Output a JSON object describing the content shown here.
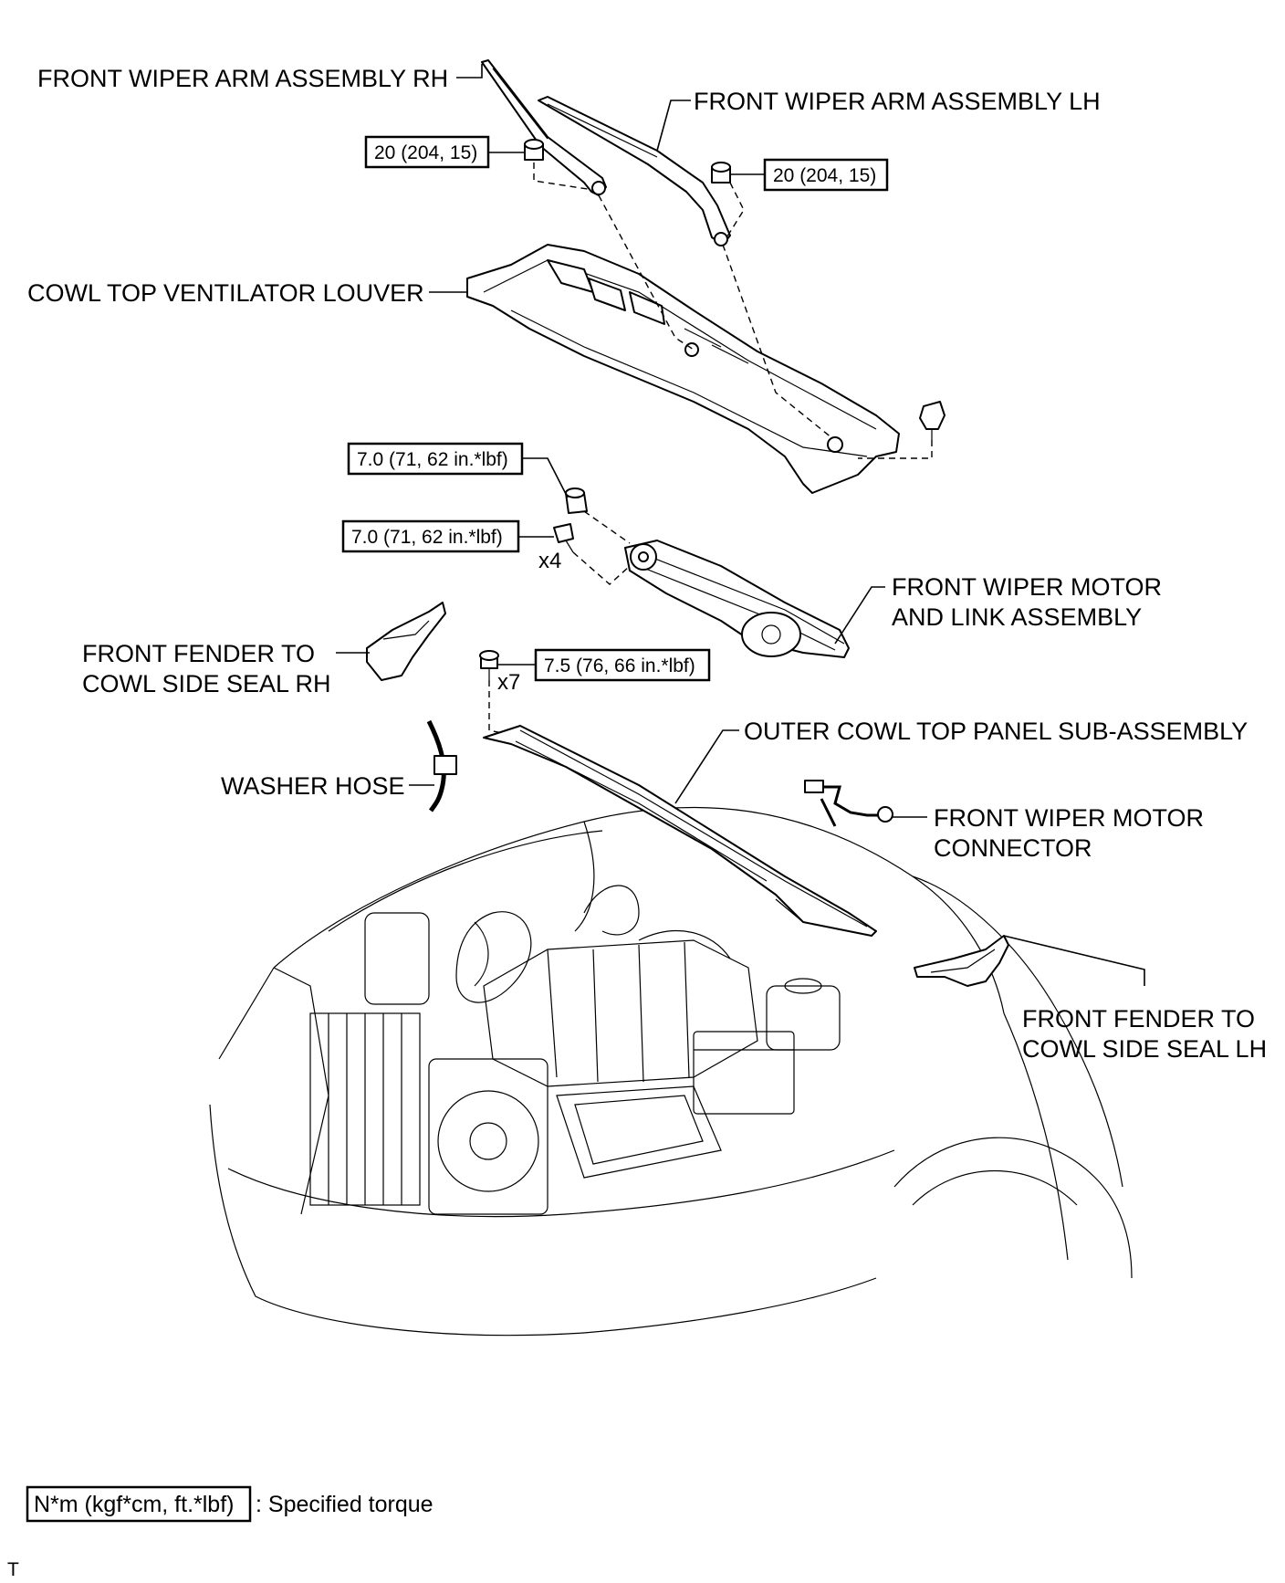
{
  "labels": {
    "arm_rh": "FRONT WIPER ARM ASSEMBLY RH",
    "arm_lh": "FRONT WIPER ARM ASSEMBLY LH",
    "louver": "COWL TOP VENTILATOR LOUVER",
    "motor_line1": "FRONT WIPER MOTOR",
    "motor_line2": "AND LINK ASSEMBLY",
    "seal_rh_line1": "FRONT FENDER TO",
    "seal_rh_line2": "COWL SIDE SEAL RH",
    "outer_panel": "OUTER COWL TOP PANEL SUB-ASSEMBLY",
    "washer_hose": "WASHER HOSE",
    "connector_line1": "FRONT WIPER MOTOR",
    "connector_line2": "CONNECTOR",
    "seal_lh_line1": "FRONT FENDER TO",
    "seal_lh_line2": "COWL SIDE SEAL LH"
  },
  "torques": {
    "arm_nut_rh": "20 (204, 15)",
    "arm_nut_lh": "20 (204, 15)",
    "motor_nut": "7.0 (71, 62 in.*lbf)",
    "motor_bolt": "7.0 (71, 62 in.*lbf)",
    "panel_bolt": "7.5 (76, 66 in.*lbf)"
  },
  "quantities": {
    "motor_bolt": "x4",
    "panel_bolt": "x7"
  },
  "legend": {
    "unit": "N*m (kgf*cm, ft.*lbf)",
    "description": ": Specified torque"
  },
  "corner_mark": "T"
}
